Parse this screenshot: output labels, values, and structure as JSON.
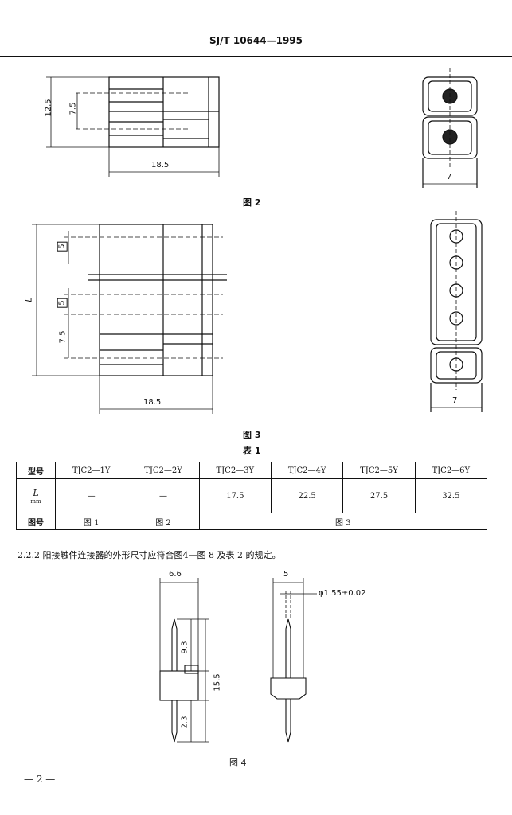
{
  "header": "SJ/T 10644—1995",
  "fig2": {
    "caption": "图 2",
    "dim_height": "12.5",
    "dim_pitch": "7.5",
    "dim_length": "18.5",
    "dim_width": "7"
  },
  "fig3": {
    "caption": "图 3",
    "dim_L": "L",
    "dim_5a": "5",
    "dim_5b": "5",
    "dim_pitch": "7.5",
    "dim_length": "18.5",
    "dim_width": "7"
  },
  "table1": {
    "caption": "表 1",
    "header_label": "型号",
    "models": [
      "TJC2—1Y",
      "TJC2—2Y",
      "TJC2—3Y",
      "TJC2—4Y",
      "TJC2—5Y",
      "TJC2—6Y"
    ],
    "row_L_label": "L",
    "row_L_unit": "mm",
    "L_values": [
      "—",
      "—",
      "17.5",
      "22.5",
      "27.5",
      "32.5"
    ],
    "row_fig_label": "图号",
    "fig_values": [
      "图 1",
      "图 2",
      "图 3"
    ]
  },
  "paragraph": "2.2.2  阳接触件连接器的外形尺寸应符合图4—图 8 及表 2 的规定。",
  "fig4": {
    "caption": "图 4",
    "dim_width": "6.6",
    "dim_top": "9.3",
    "dim_total": "15.5",
    "dim_bottom": "2.3",
    "dim_side_width": "5",
    "dim_pin_dia": "φ1.55±0.02"
  },
  "page_number": "— 2 —"
}
